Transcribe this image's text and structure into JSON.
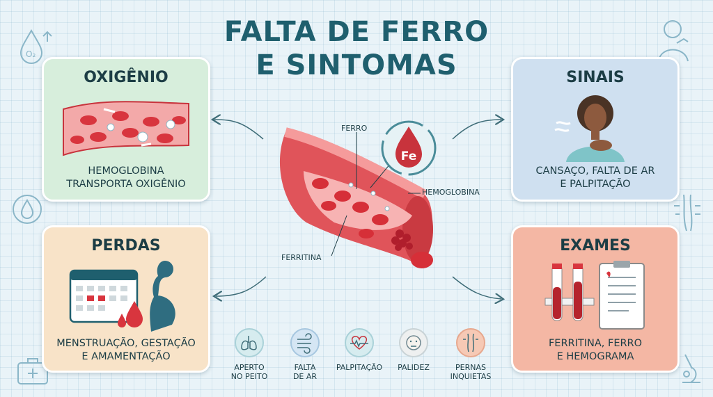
{
  "title": {
    "line1": "FALTA DE FERRO",
    "line2": "E SINTOMAS"
  },
  "cards": {
    "oxigenio": {
      "title": "OXIGÊNIO",
      "text": "HEMOGLOBINA\nTRANSPORTA OXIGÊNIO"
    },
    "sinais": {
      "title": "SINAIS",
      "text": "CANSAÇO, FALTA DE AR\nE PALPITAÇÃO"
    },
    "perdas": {
      "title": "PERDAS",
      "text": "MENSTRUAÇÃO, GESTAÇÃO\nE AMAMENTAÇÃO"
    },
    "exames": {
      "title": "EXAMES",
      "text": "FERRITINA, FERRO\nE HEMOGRAMA"
    }
  },
  "center": {
    "ferro": "FERRO",
    "fe": "Fe",
    "hemoglobina": "HEMOGLOBINA",
    "ferritina": "FERRITINA"
  },
  "oxygen_labels": {
    "o2": "O₂"
  },
  "symptoms": [
    {
      "label": "APERTO\nNO PEITO",
      "icon": "lungs-icon"
    },
    {
      "label": "FALTA\nDE AR",
      "icon": "wind-icon"
    },
    {
      "label": "PALPITAÇÃO",
      "icon": "heartbeat-icon"
    },
    {
      "label": "PALIDEZ",
      "icon": "pale-face-icon"
    },
    {
      "label": "PERNAS\nINQUIETAS",
      "icon": "legs-icon"
    }
  ],
  "colors": {
    "title": "#1f5f6e",
    "blood": "#c8333c",
    "oxigenio_bg": "#d7eedc",
    "sinais_bg": "#cfe0f0",
    "perdas_bg": "#f8e3c8",
    "exames_bg": "#f4b7a4"
  }
}
